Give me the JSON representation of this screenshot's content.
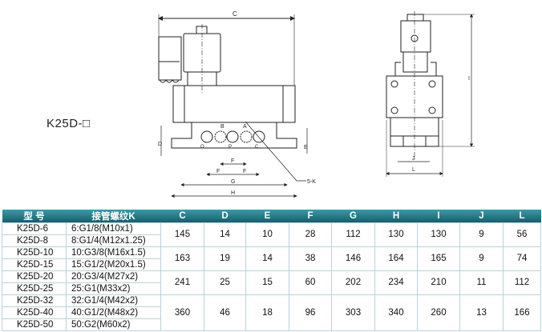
{
  "drawing": {
    "model_label": "K25D-□",
    "dimension_labels": {
      "C": "C",
      "D": "D",
      "E": "E",
      "F": "F",
      "G": "G",
      "H": "H",
      "I": "I",
      "J": "J",
      "L": "L",
      "K": "5-K"
    },
    "port_labels": [
      "B",
      "A",
      "O",
      "P",
      "C"
    ]
  },
  "table": {
    "headers": [
      "型 号",
      "接管螺纹K",
      "C",
      "D",
      "E",
      "F",
      "G",
      "H",
      "I",
      "J",
      "L"
    ],
    "rows": [
      {
        "model": "K25D-6",
        "thread": "6:G1/8(M10x1)"
      },
      {
        "model": "K25D-8",
        "thread": "8:G1/4(M12x1.25)"
      },
      {
        "model": "K25D-10",
        "thread": "10:G3/8(M16x1.5)"
      },
      {
        "model": "K25D-15",
        "thread": "15:G1/2(M20x1.5)"
      },
      {
        "model": "K25D-20",
        "thread": "20:G3/4(M27x2)"
      },
      {
        "model": "K25D-25",
        "thread": "25:G1(M33x2)"
      },
      {
        "model": "K25D-32",
        "thread": "32:G1/4(M42x2)"
      },
      {
        "model": "K25D-40",
        "thread": "40:G1/2(M48x2)"
      },
      {
        "model": "K25D-50",
        "thread": "50:G2(M60x2)"
      }
    ],
    "groups": [
      {
        "C": "145",
        "D": "14",
        "E": "10",
        "F": "28",
        "G": "112",
        "H": "130",
        "I": "130",
        "J": "9",
        "L": "56"
      },
      {
        "C": "163",
        "D": "19",
        "E": "14",
        "F": "38",
        "G": "146",
        "H": "164",
        "I": "165",
        "J": "9",
        "L": "74"
      },
      {
        "C": "241",
        "D": "25",
        "E": "15",
        "F": "60",
        "G": "202",
        "H": "234",
        "I": "210",
        "J": "11",
        "L": "112"
      },
      {
        "C": "360",
        "D": "46",
        "E": "18",
        "F": "96",
        "G": "303",
        "H": "340",
        "I": "260",
        "J": "13",
        "L": "166"
      }
    ]
  }
}
